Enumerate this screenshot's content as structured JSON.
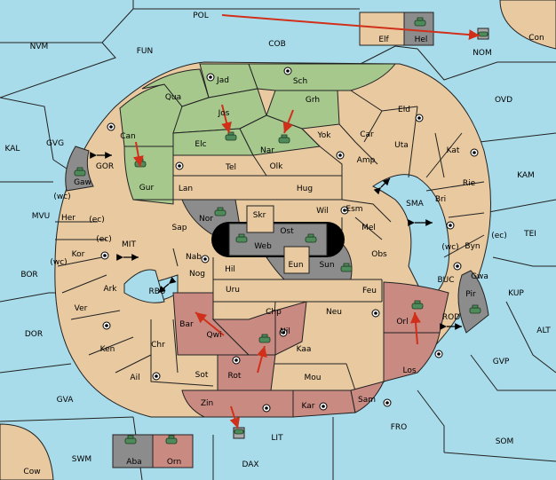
{
  "board": {
    "sea_labels": [
      {
        "id": "POL",
        "text": "POL"
      },
      {
        "id": "NVM",
        "text": "NVM"
      },
      {
        "id": "FUN",
        "text": "FUN"
      },
      {
        "id": "COB",
        "text": "COB"
      },
      {
        "id": "Con",
        "text": "Con"
      },
      {
        "id": "NOM",
        "text": "NOM"
      },
      {
        "id": "OVD",
        "text": "OVD"
      },
      {
        "id": "KAL",
        "text": "KAL"
      },
      {
        "id": "GVG",
        "text": "GVG"
      },
      {
        "id": "GOR",
        "text": "GOR"
      },
      {
        "id": "MVU",
        "text": "MVU"
      },
      {
        "id": "MIT",
        "text": "MIT"
      },
      {
        "id": "BOR",
        "text": "BOR"
      },
      {
        "id": "RBU",
        "text": "RBU"
      },
      {
        "id": "DOR",
        "text": "DOR"
      },
      {
        "id": "KAM",
        "text": "KAM"
      },
      {
        "id": "SMA",
        "text": "SMA"
      },
      {
        "id": "TEI",
        "text": "TEI"
      },
      {
        "id": "KUP",
        "text": "KUP"
      },
      {
        "id": "BUC",
        "text": "BUC"
      },
      {
        "id": "ROD",
        "text": "ROD"
      },
      {
        "id": "ALT",
        "text": "ALT"
      },
      {
        "id": "GVP",
        "text": "GVP"
      },
      {
        "id": "GVA",
        "text": "GVA"
      },
      {
        "id": "FRO",
        "text": "FRO"
      },
      {
        "id": "SOM",
        "text": "SOM"
      },
      {
        "id": "LIT",
        "text": "LIT"
      },
      {
        "id": "SWM",
        "text": "SWM"
      },
      {
        "id": "DAX",
        "text": "DAX"
      },
      {
        "id": "Cow",
        "text": "Cow"
      }
    ],
    "land_labels": [
      {
        "id": "Jad",
        "text": "Jad"
      },
      {
        "id": "Sch",
        "text": "Sch"
      },
      {
        "id": "Qua",
        "text": "Qua"
      },
      {
        "id": "Jos",
        "text": "Jos"
      },
      {
        "id": "Grh",
        "text": "Grh"
      },
      {
        "id": "Eld",
        "text": "Eld"
      },
      {
        "id": "Can",
        "text": "Can"
      },
      {
        "id": "Elc",
        "text": "Elc"
      },
      {
        "id": "Nar",
        "text": "Nar"
      },
      {
        "id": "Yok",
        "text": "Yok"
      },
      {
        "id": "Car",
        "text": "Car"
      },
      {
        "id": "Uta",
        "text": "Uta"
      },
      {
        "id": "Kat",
        "text": "Kat"
      },
      {
        "id": "Gaw",
        "text": "Gaw"
      },
      {
        "id": "Tel",
        "text": "Tel"
      },
      {
        "id": "Olk",
        "text": "Olk"
      },
      {
        "id": "Amp",
        "text": "Amp"
      },
      {
        "id": "Gur",
        "text": "Gur"
      },
      {
        "id": "Lan",
        "text": "Lan"
      },
      {
        "id": "Hug",
        "text": "Hug"
      },
      {
        "id": "Rie",
        "text": "Rie"
      },
      {
        "id": "Bri",
        "text": "Bri"
      },
      {
        "id": "Wil",
        "text": "Wil"
      },
      {
        "id": "Esm",
        "text": "Esm"
      },
      {
        "id": "Her",
        "text": "Her"
      },
      {
        "id": "Nor",
        "text": "Nor"
      },
      {
        "id": "Skr",
        "text": "Skr"
      },
      {
        "id": "Ost",
        "text": "Ost"
      },
      {
        "id": "Mel",
        "text": "Mel"
      },
      {
        "id": "Sap",
        "text": "Sap"
      },
      {
        "id": "Web",
        "text": "Web"
      },
      {
        "id": "Byn",
        "text": "Byn"
      },
      {
        "id": "Kor",
        "text": "Kor"
      },
      {
        "id": "Nab",
        "text": "Nab"
      },
      {
        "id": "Obs",
        "text": "Obs"
      },
      {
        "id": "Eun",
        "text": "Eun"
      },
      {
        "id": "Sun",
        "text": "Sun"
      },
      {
        "id": "Gwa",
        "text": "Gwa"
      },
      {
        "id": "Hil",
        "text": "Hil"
      },
      {
        "id": "Nog",
        "text": "Nog"
      },
      {
        "id": "Ark",
        "text": "Ark"
      },
      {
        "id": "Pir",
        "text": "Pir"
      },
      {
        "id": "Uru",
        "text": "Uru"
      },
      {
        "id": "Feu",
        "text": "Feu"
      },
      {
        "id": "Ver",
        "text": "Ver"
      },
      {
        "id": "Chp",
        "text": "Chp"
      },
      {
        "id": "Neu",
        "text": "Neu"
      },
      {
        "id": "Orl",
        "text": "Orl"
      },
      {
        "id": "Bar",
        "text": "Bar"
      },
      {
        "id": "Qwi",
        "text": "Qwi"
      },
      {
        "id": "Nil",
        "text": "Nil"
      },
      {
        "id": "Ken",
        "text": "Ken"
      },
      {
        "id": "Chr",
        "text": "Chr"
      },
      {
        "id": "Kaa",
        "text": "Kaa"
      },
      {
        "id": "Ail",
        "text": "Ail"
      },
      {
        "id": "Sot",
        "text": "Sot"
      },
      {
        "id": "Rot",
        "text": "Rot"
      },
      {
        "id": "Mou",
        "text": "Mou"
      },
      {
        "id": "Los",
        "text": "Los"
      },
      {
        "id": "Zin",
        "text": "Zin"
      },
      {
        "id": "Kar",
        "text": "Kar"
      },
      {
        "id": "Sam",
        "text": "Sam"
      },
      {
        "id": "Elf",
        "text": "Elf"
      },
      {
        "id": "Hel",
        "text": "Hel"
      },
      {
        "id": "Aba",
        "text": "Aba"
      },
      {
        "id": "Orn",
        "text": "Orn"
      }
    ],
    "coast_labels": [
      {
        "id": "wc1",
        "text": "(wc)"
      },
      {
        "id": "ec1",
        "text": "(ec)"
      },
      {
        "id": "ec2",
        "text": "(ec)"
      },
      {
        "id": "wc2",
        "text": "(wc)"
      },
      {
        "id": "wc3",
        "text": "(wc)"
      },
      {
        "id": "ec3",
        "text": "(ec)"
      }
    ]
  }
}
